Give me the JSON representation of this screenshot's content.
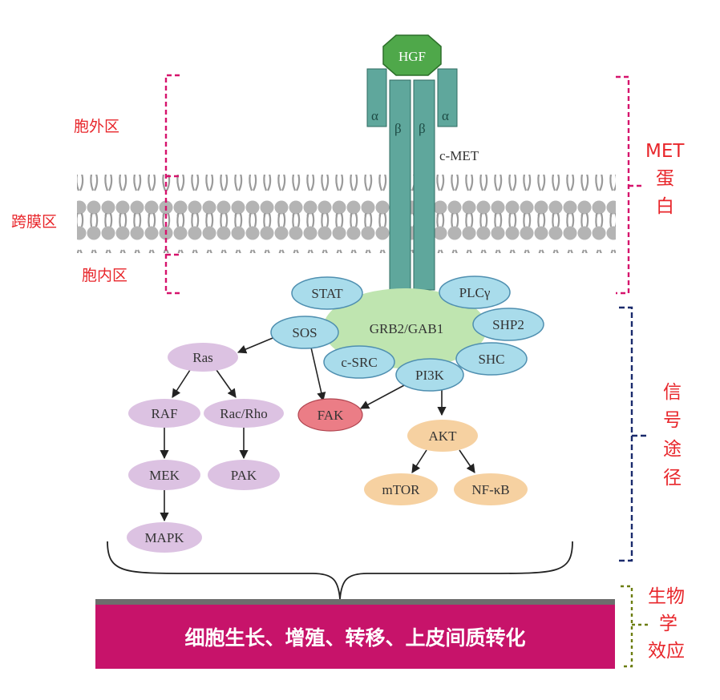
{
  "ligand": "HGF",
  "receptor": {
    "label": "c-MET",
    "alpha": "α",
    "beta": "β"
  },
  "zones": {
    "extracellular": "胞外区",
    "transmembrane": "跨膜区",
    "intracellular": "胞内区"
  },
  "hub": "GRB2/GAB1",
  "adaptors": {
    "stat": "STAT",
    "plcg": "PLCγ",
    "sos": "SOS",
    "shp2": "SHP2",
    "csrc": "c-SRC",
    "shc": "SHC",
    "pi3k": "PI3K"
  },
  "ras_branch": {
    "ras": "Ras",
    "raf": "RAF",
    "racrho": "Rac/Rho",
    "mek": "MEK",
    "pak": "PAK",
    "mapk": "MAPK"
  },
  "fak": "FAK",
  "akt_branch": {
    "akt": "AKT",
    "mtor": "mTOR",
    "nfkb": "NF-κB"
  },
  "side_labels": {
    "met_protein": [
      "MET",
      "蛋",
      "白"
    ],
    "signal_pathway": [
      "信",
      "号",
      "途",
      "径"
    ],
    "biological_effect": [
      "生物",
      "学",
      "效应"
    ]
  },
  "effect_banner": "细胞生长、增殖、转移、上皮间质转化",
  "colors": {
    "receptor_fill": "#5fa79c",
    "hgf_fill": "#4fa84a",
    "adaptor_fill": "#a9dceb",
    "hub_fill": "#bfe5b0",
    "ras_fill": "#dcc2e2",
    "fak_fill": "#eb7d86",
    "akt_fill": "#f6d1a1",
    "banner_fill": "#c7136a",
    "label_red": "#e8262b",
    "bracket_magenta": "#d6136c",
    "bracket_navy": "#1a2a6c",
    "bracket_olive": "#6b7d10"
  }
}
